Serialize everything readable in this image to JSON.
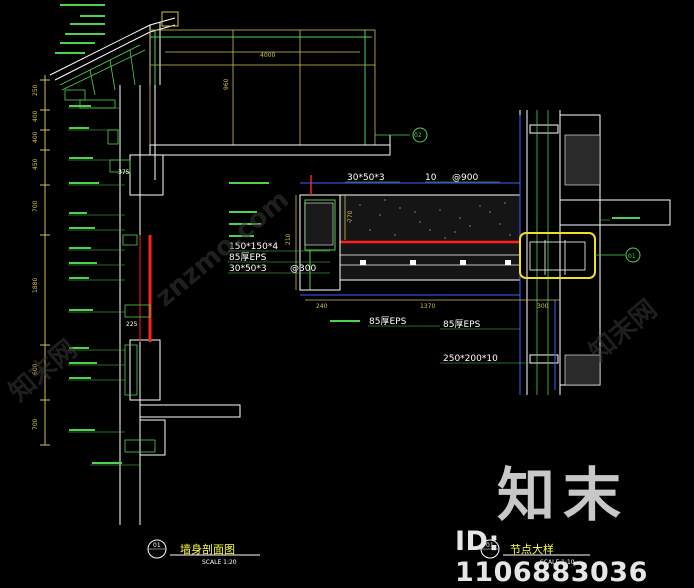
{
  "left_section": {
    "title": "墙身剖面图",
    "scale": "SCALE 1:20",
    "index_no": "01",
    "dims_vertical": [
      "250",
      "400",
      "400",
      "450",
      "700",
      "1880",
      "600",
      "700"
    ],
    "dims_horizontal": [
      "4000",
      "225",
      "375"
    ],
    "roof_height_dim": "960"
  },
  "right_section": {
    "title": "节点大样",
    "scale": "SCALE 1:10",
    "index_no": "01",
    "callout_left": "30*50*3",
    "callout_right": "10",
    "callout_900": "@900",
    "label_tube": "150*150*4",
    "label_eps1": "85厚EPS",
    "label_tube2": "30*50*3",
    "label_300": "@300",
    "label_eps2": "85厚EPS",
    "label_eps3": "85厚EPS",
    "label_plate": "250*200*10",
    "dims": [
      "240",
      "1370",
      "300",
      "770",
      "210"
    ]
  },
  "callouts": {
    "top_bubble": "02",
    "side_bubble": "01"
  },
  "watermark": {
    "logo": "知末",
    "id": "ID: 1106883036",
    "diagonal": "znzmo.com",
    "diagonal_cn": "知末网"
  }
}
